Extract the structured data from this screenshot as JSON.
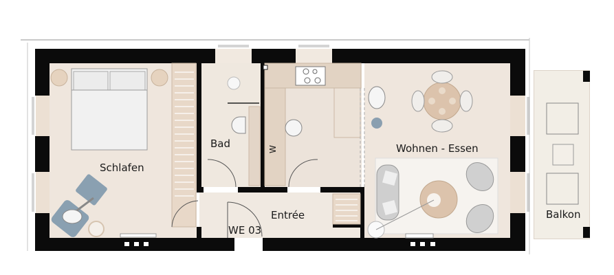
{
  "plan": {
    "unit_label": "WE 03",
    "rooms": [
      {
        "id": "schlafen",
        "label": "Schlafen"
      },
      {
        "id": "bad",
        "label": "Bad"
      },
      {
        "id": "kitchen",
        "label": ""
      },
      {
        "id": "wohnen",
        "label": "Wohnen - Essen"
      },
      {
        "id": "entree",
        "label": "Entrée"
      },
      {
        "id": "balkon",
        "label": "Balkon"
      }
    ],
    "annotations": {
      "washer": "W"
    },
    "colors": {
      "wall": "#0b0b0b",
      "floor": "#efe6dd",
      "wood": "#e2d3c3",
      "furniture_grey": "#c9c9c9",
      "accent_blue": "#7f96a8",
      "table_wood": "#dcc3ac"
    }
  }
}
